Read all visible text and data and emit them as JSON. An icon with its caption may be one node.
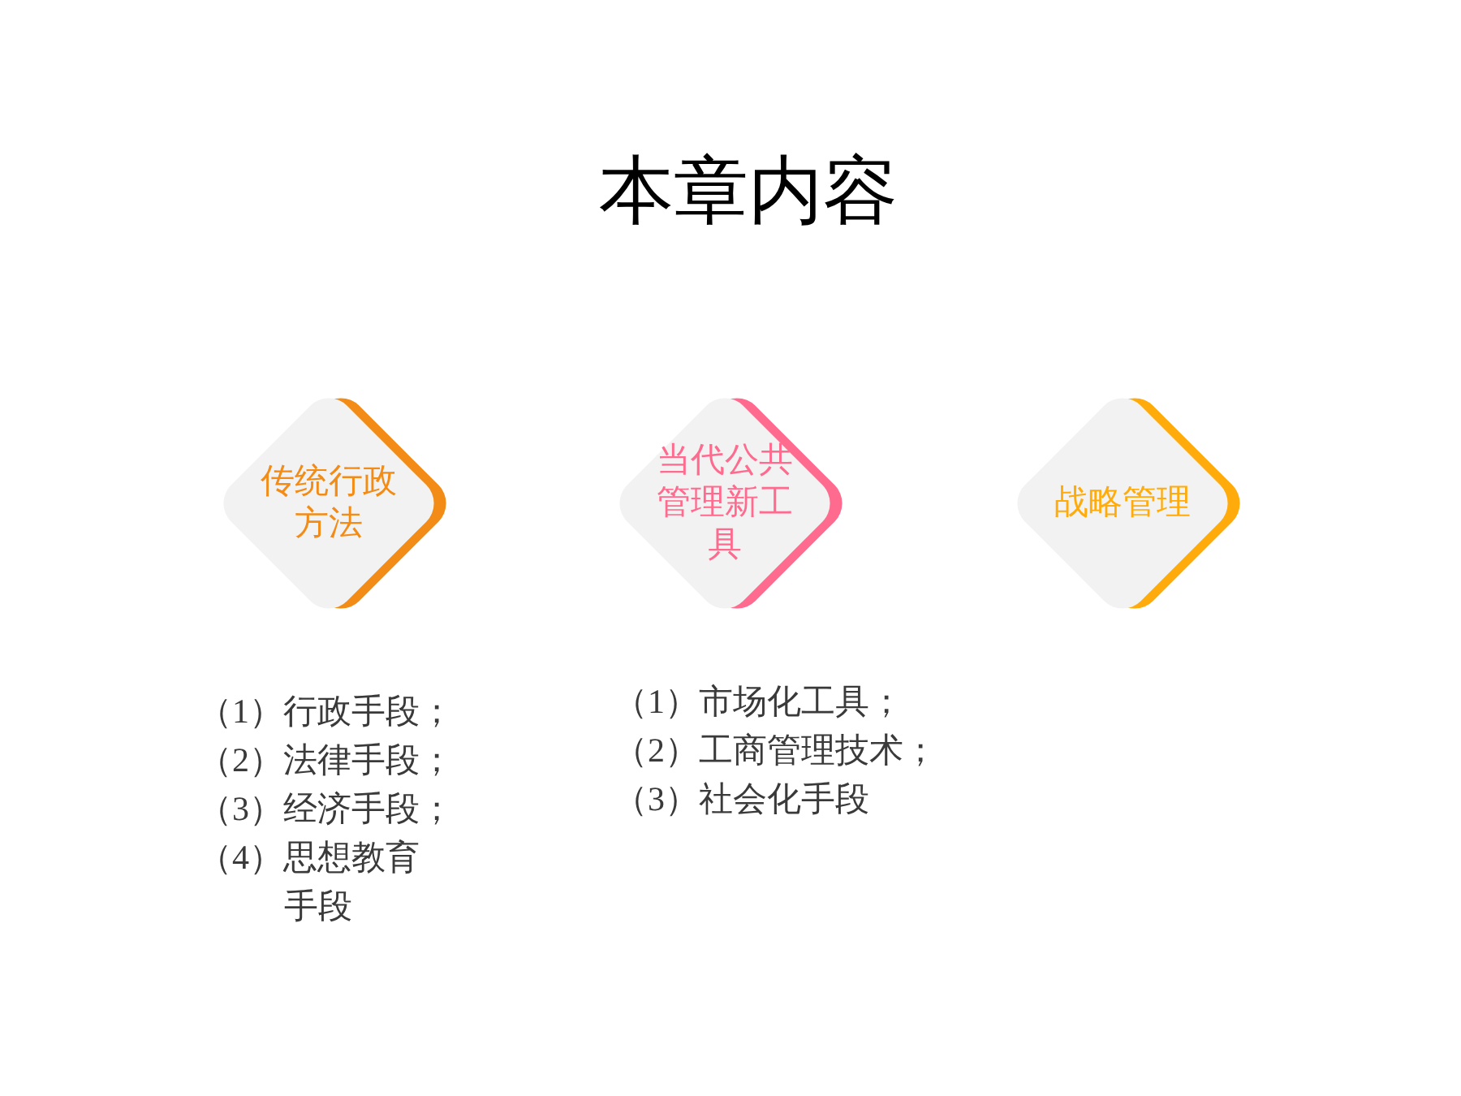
{
  "diagram": {
    "title": "本章内容",
    "nodes": [
      {
        "text": [
          "传统行政方法"
        ],
        "beside": [
          "（1）行政手段；",
          "（2）法律手段；",
          "（3）经济手段；",
          "（4）思想教育手段"
        ]
      },
      {
        "text": [
          "当代公共管理新工具"
        ],
        "beside": [
          "（1）市场化工具；",
          "（2）工商管理技术；",
          "（3）社会化手段"
        ]
      },
      {
        "text": [
          "战略管理"
        ]
      }
    ]
  }
}
